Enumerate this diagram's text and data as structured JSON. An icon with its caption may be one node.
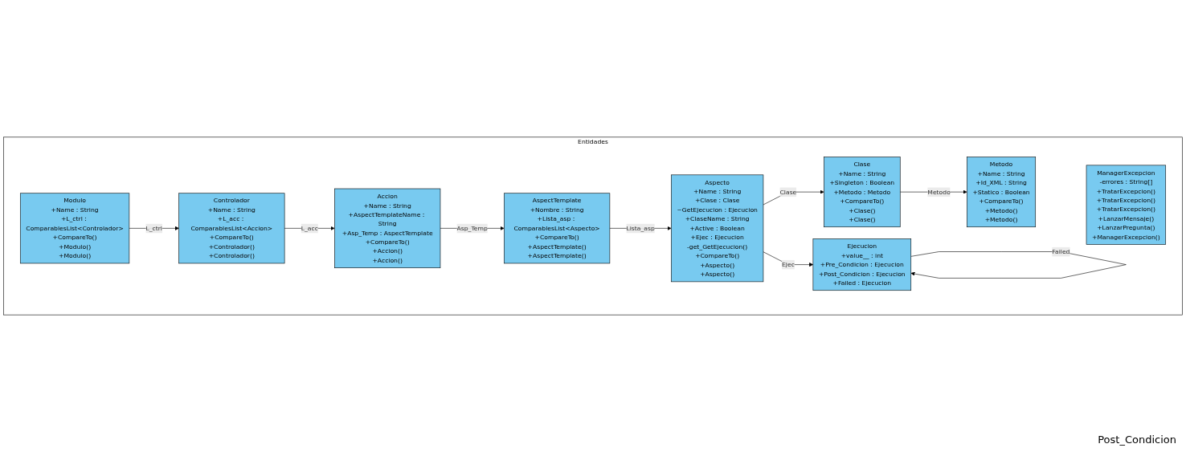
{
  "diagram": {
    "nodes": [
      {
        "text": [
          "Entidades"
        ]
      },
      {
        "text": [
          "Controlador",
          "+Name : String",
          "+L_acc : ComparablesList<Accion>",
          "+CompareTo()",
          "+Controlador()",
          "+Controlador()"
        ],
        "in": 0
      },
      {
        "text": [
          "Accion",
          "+Name : String",
          "+AspectTemplateName : String",
          "+Asp_Temp : AspectTemplate",
          "+CompareTo()",
          "+Accion()",
          "+Accion()"
        ],
        "in": 0
      },
      {
        "text": [
          "AspectTemplate",
          "+Nombre : String",
          "+Lista_asp : ComparablesList<Aspecto>",
          "+CompareTo()",
          "+AspectTemplate()",
          "+AspectTemplate()"
        ],
        "in": 0
      },
      {
        "text": [
          "Aspecto",
          "+Name : String",
          "+Clase : Clase",
          "~GetEjecucion : Ejecucion",
          "+ClaseName : String",
          "+Active : Boolean",
          "+Ejec : Ejecucion",
          "-get_GetEjecucion()",
          "+CompareTo()",
          "+Aspecto()",
          "+Aspecto()"
        ],
        "in": 0
      },
      {
        "text": [
          "Modulo",
          "+Name : String",
          "+L_ctrl : ComparablesList<Controlador>",
          "+CompareTo()",
          "+Modulo()",
          "+Modulo()"
        ],
        "in": 0
      },
      {
        "text": [
          "ManagerExcepcion",
          "-errores : String[]",
          "+TratarExcepcion()",
          "+TratarExcepcion()",
          "+TratarExcepcion()",
          "+LanzarMensaje()",
          "+LanzarPregunta()",
          "+ManagerExcepcion()"
        ],
        "in": 0
      },
      {
        "text": [
          "Metodo",
          "+Name : String",
          "+Id_XML : String",
          "+Statico : Boolean",
          "+CompareTo()",
          "+Metodo()",
          "+Metodo()"
        ],
        "in": 0
      },
      {
        "text": [
          "Clase",
          "+Name : String",
          "+Singleton : Boolean",
          "+Metodo : Metodo",
          "+CompareTo()",
          "+Clase()",
          "+Clase()"
        ],
        "in": 0
      },
      {
        "text": [
          "Ejecucion",
          "+value__ : int",
          "+Pre_Condicion : Ejecucion",
          "+Post_Condicion : Ejecucion",
          "+Failed : Ejecucion"
        ],
        "in": 0
      }
    ],
    "edges": [
      {
        "from": 1,
        "to": 2,
        "arrow": "to",
        "label": "L_acc"
      },
      {
        "from": 2,
        "to": 3,
        "arrow": "to",
        "label": "Asp_Temp"
      },
      {
        "from": 3,
        "to": 4,
        "arrow": "to",
        "label": "Lista_asp"
      },
      {
        "from": 5,
        "to": 1,
        "arrow": "to",
        "label": "L_ctrl"
      },
      {
        "from": 4,
        "to": 8,
        "arrow": "to",
        "label": "Clase"
      },
      {
        "from": 8,
        "to": 7,
        "arrow": "to",
        "label": "Metodo"
      },
      {
        "from": 4,
        "to": 9,
        "arrow": "to",
        "label": "Ejec"
      },
      {
        "from": 9,
        "to": 9,
        "arrow": "to",
        "label": "Failed"
      }
    ],
    "labels": [
      "Post_Condicion"
    ]
  }
}
